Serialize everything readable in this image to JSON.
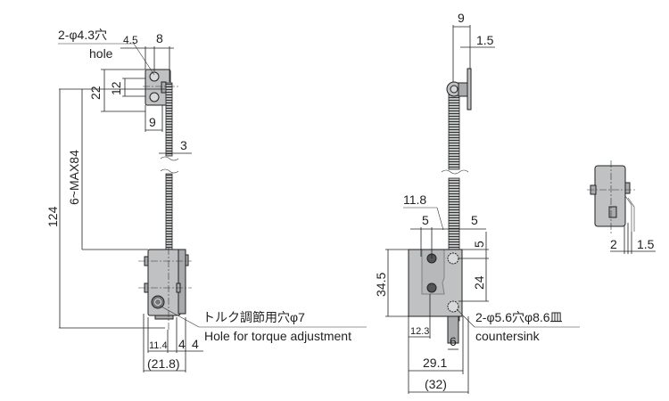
{
  "left_view": {
    "hole_callout": "2-φ4.3穴",
    "hole_callout_en": "hole",
    "dim_4_5": "4.5",
    "dim_8": "8",
    "dim_22": "22",
    "dim_12": "12",
    "dim_9": "9",
    "dim_3": "3",
    "dim_124": "124",
    "dim_stroke": "6~MAX84",
    "torque_callout_jp": "トルク調節用穴φ7",
    "torque_callout_en": "Hole for torque adjustment",
    "dim_11_4": "11.4",
    "dim_4a": "4",
    "dim_4b": "4",
    "dim_21_8": "(21.8)"
  },
  "front_view": {
    "dim_9": "9",
    "dim_1_5": "1.5",
    "dim_11_8": "11.8",
    "dim_5a": "5",
    "dim_5b": "5",
    "dim_5c": "5",
    "dim_24": "24",
    "dim_34_5": "34.5",
    "countersink_callout_jp": "2-φ5.6穴φ8.6皿",
    "countersink_callout_en": "countersink",
    "dim_12_3": "12.3",
    "dim_6": "6",
    "dim_29_1": "29.1",
    "dim_32": "(32)"
  },
  "side_view": {
    "dim_2": "2",
    "dim_1_5": "1.5"
  }
}
